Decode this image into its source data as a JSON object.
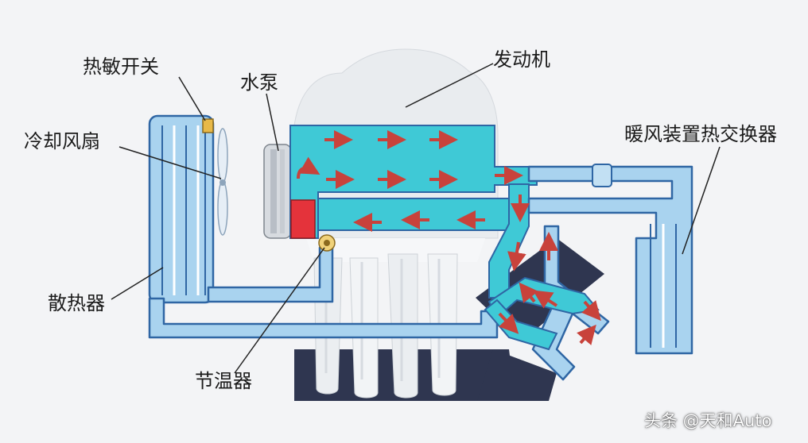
{
  "labels": {
    "thermo_switch": "热敏开关",
    "water_pump": "水泵",
    "engine": "发动机",
    "cooling_fan": "冷却风扇",
    "heater_core": "暖风装置热交换器",
    "radiator": "散热器",
    "thermostat": "节温器"
  },
  "watermark": "头条 @天和Auto",
  "colors": {
    "coolant": "#3fc9d6",
    "pipe": "#a9d3ef",
    "pipe_edge": "#2f66a4",
    "arrow": "#c8423b",
    "pump_red": "#e4333b",
    "dark_block": "#2f3650",
    "engine_body": "#e9ecef"
  }
}
